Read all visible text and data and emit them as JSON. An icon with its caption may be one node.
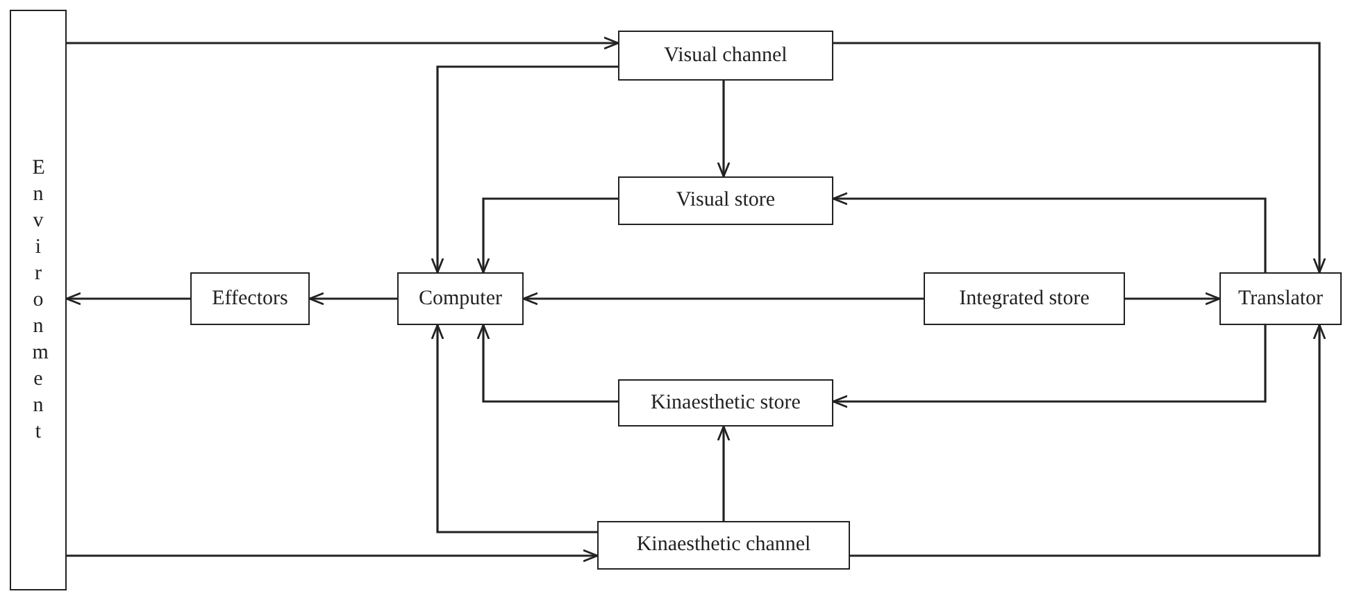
{
  "diagram": {
    "nodes": [
      {
        "text": [
          "Environment"
        ]
      },
      {
        "text": [
          "Visual channel"
        ]
      },
      {
        "text": [
          "Visual store"
        ]
      },
      {
        "text": [
          "Effectors"
        ]
      },
      {
        "text": [
          "Computer"
        ]
      },
      {
        "text": [
          "Integrated store"
        ]
      },
      {
        "text": [
          "Translator"
        ]
      },
      {
        "text": [
          "Kinaesthetic store"
        ]
      },
      {
        "text": [
          "Kinaesthetic channel"
        ]
      }
    ],
    "edges": [
      {
        "from": 0,
        "to": 1,
        "arrow": "to"
      },
      {
        "from": 1,
        "to": 4,
        "arrow": "to"
      },
      {
        "from": 1,
        "to": 2,
        "arrow": "to"
      },
      {
        "from": 1,
        "to": 6,
        "arrow": "to"
      },
      {
        "from": 6,
        "to": 2,
        "arrow": "to"
      },
      {
        "from": 2,
        "to": 4,
        "arrow": "to"
      },
      {
        "from": 5,
        "to": 4,
        "arrow": "to"
      },
      {
        "from": 5,
        "to": 6,
        "arrow": "to"
      },
      {
        "from": 4,
        "to": 3,
        "arrow": "to"
      },
      {
        "from": 3,
        "to": 0,
        "arrow": "to"
      },
      {
        "from": 6,
        "to": 7,
        "arrow": "to"
      },
      {
        "from": 7,
        "to": 4,
        "arrow": "to"
      },
      {
        "from": 8,
        "to": 7,
        "arrow": "to"
      },
      {
        "from": 8,
        "to": 4,
        "arrow": "to"
      },
      {
        "from": 8,
        "to": 6,
        "arrow": "to"
      },
      {
        "from": 0,
        "to": 8,
        "arrow": "to"
      }
    ]
  }
}
